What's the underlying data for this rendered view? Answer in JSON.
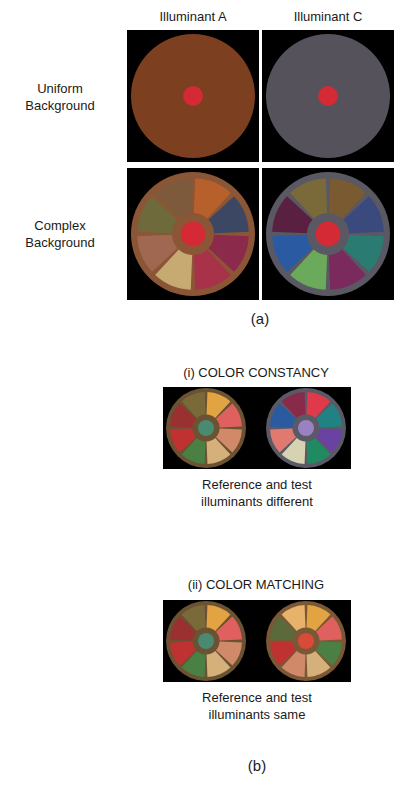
{
  "diagram": {
    "labels": [
      "Illuminant A",
      "Illuminant C",
      "Uniform Background",
      "Complex Background",
      "(a)",
      "(i) COLOR CONSTANCY",
      "Reference and test illuminants different",
      "(ii) COLOR MATCHING",
      "Reference and test illuminants same",
      "(b)"
    ]
  }
}
